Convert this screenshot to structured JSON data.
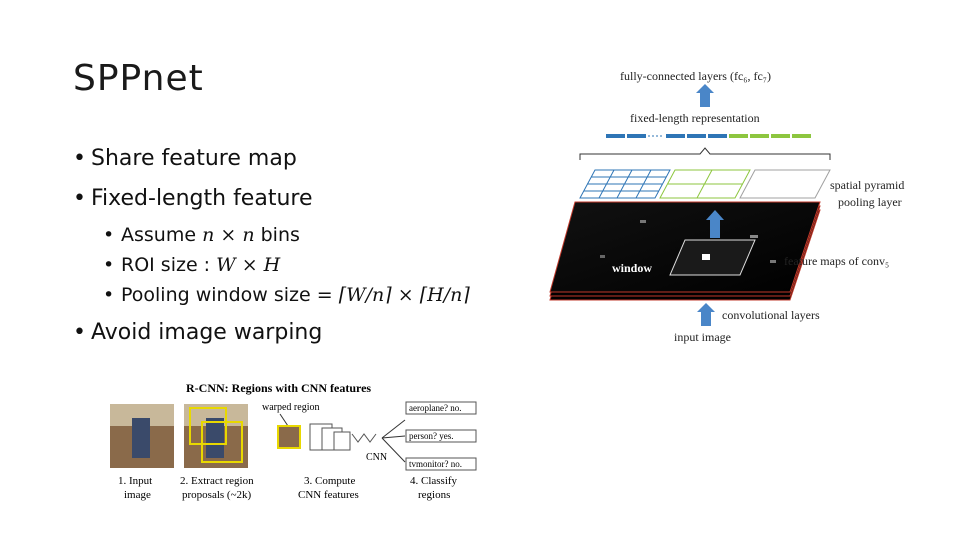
{
  "slide": {
    "title": "SPPnet",
    "bullets": {
      "b1": "Share feature map",
      "b2": "Fixed-length feature",
      "b2a_prefix": "Assume ",
      "b2a_math": "n × n",
      "b2a_suffix": " bins",
      "b2b_prefix": "ROI size : ",
      "b2b_math": "W × H",
      "b2c_prefix": "Pooling window size = ",
      "b2c_math": "⌈W/n⌉ × ⌈H/n⌉",
      "b3": "Avoid image warping"
    }
  },
  "spp_diagram": {
    "fc_label": "fully-connected layers (fc₆, fc₇)",
    "fixed_label": "fixed-length representation",
    "pyramid_label_1": "spatial pyramid",
    "pyramid_label_2": "pooling layer",
    "window_label": "window",
    "feature_maps_label": "feature maps of conv₅",
    "conv_label": "convolutional layers",
    "input_label": "input image",
    "colors": {
      "blue": "#2e75b6",
      "green": "#8dc63f",
      "gray": "#a0a0a0",
      "arrow": "#4a86c8",
      "map_edge": "#c0392b"
    }
  },
  "rcnn_diagram": {
    "title": "R-CNN: Regions with CNN features",
    "warped_label": "warped region",
    "cnn_label": "CNN",
    "out1": "aeroplane? no.",
    "out2": "person? yes.",
    "out3": "tvmonitor? no.",
    "step1_a": "1. Input",
    "step1_b": "image",
    "step2_a": "2. Extract region",
    "step2_b": "proposals (~2k)",
    "step3_a": "3. Compute",
    "step3_b": "CNN features",
    "step4_a": "4. Classify",
    "step4_b": "regions"
  }
}
